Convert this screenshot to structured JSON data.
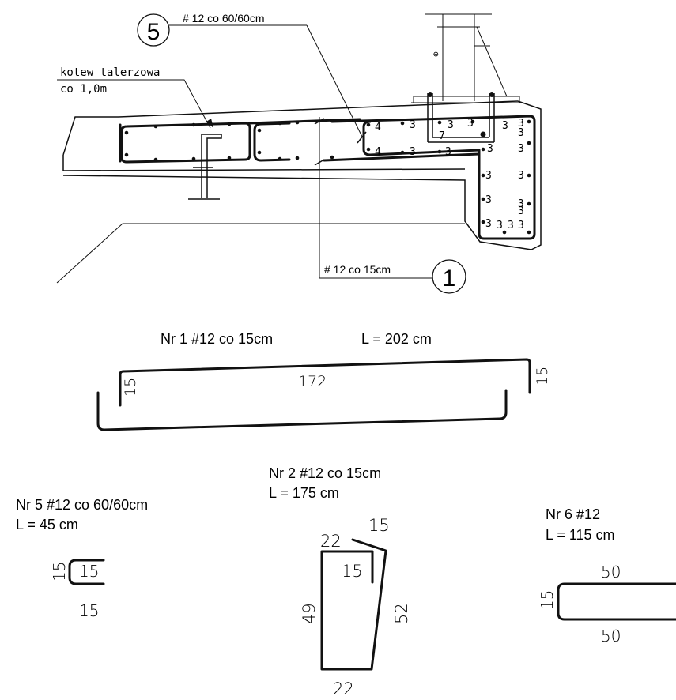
{
  "section": {
    "marker_5": {
      "number": "5",
      "label": "# 12 co 60/60cm"
    },
    "marker_1": {
      "number": "1",
      "label": "# 12 co 15cm"
    },
    "anchor_note": [
      "kotew talerzowa",
      "co 1,0m"
    ],
    "bar_marks": [
      "4",
      "4",
      "3",
      "3",
      "3",
      "3",
      "3",
      "7",
      "3",
      "3",
      "3",
      "3",
      "3",
      "3",
      "3",
      "3",
      "3",
      "3",
      "3",
      "3",
      "3",
      "3"
    ]
  },
  "bars": [
    {
      "id": "nr1",
      "title": "Nr 1  #12 co 15cm",
      "length": "L = 202 cm",
      "dims": {
        "top": "172",
        "left": "15",
        "right": "15"
      }
    },
    {
      "id": "nr2",
      "title": "Nr 2  #12 co 15cm",
      "length": "L = 175 cm",
      "dims": {
        "top": "22",
        "hook": "15",
        "inner": "15",
        "left": "49",
        "right": "52",
        "bottom": "22"
      }
    },
    {
      "id": "nr5",
      "title": "Nr 5  #12 co 60/60cm",
      "length": "L = 45 cm",
      "dims": {
        "left": "15",
        "top": "15",
        "bottom": "15"
      }
    },
    {
      "id": "nr6",
      "title": "Nr 6  #12",
      "length": "L = 115 cm",
      "dims": {
        "top": "50",
        "left": "15",
        "bottom": "50"
      }
    }
  ]
}
